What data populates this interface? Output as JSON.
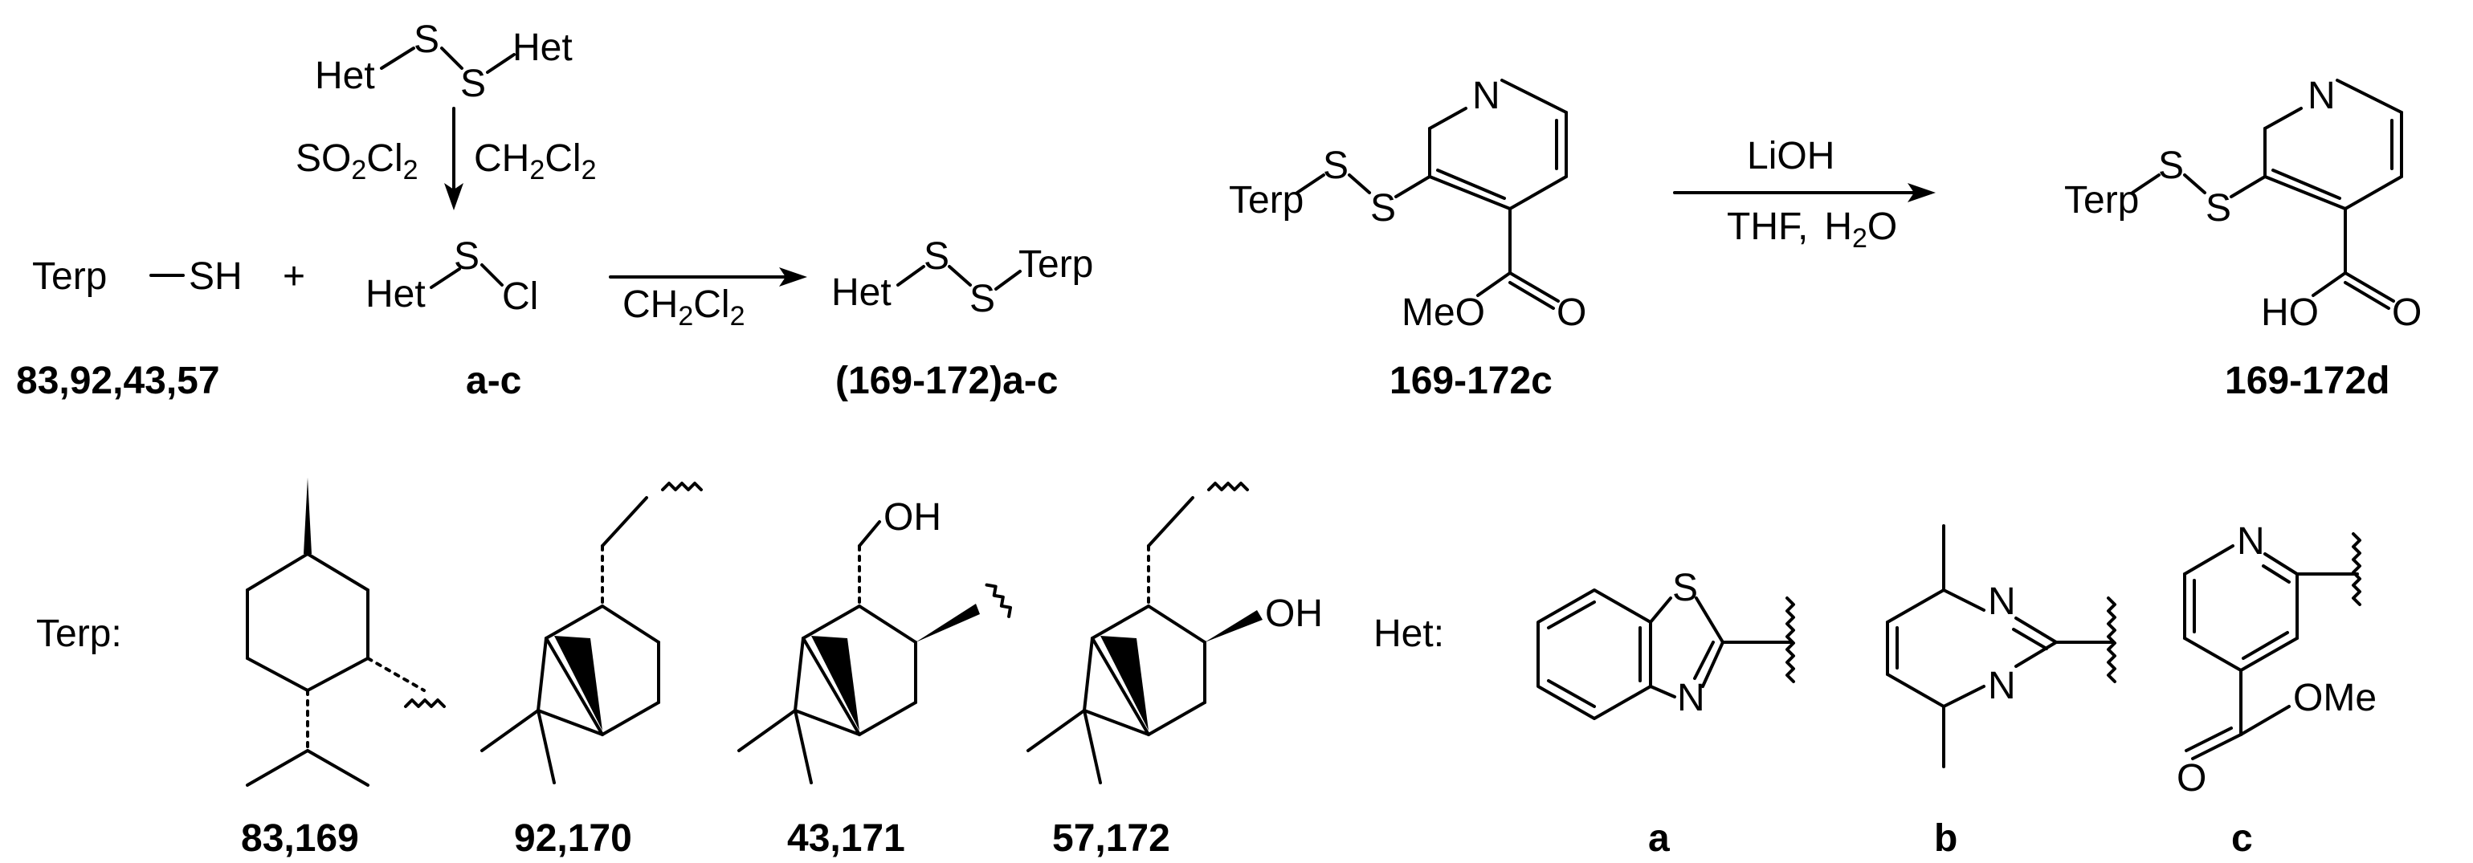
{
  "colors": {
    "ink": "#000000",
    "background": "#ffffff"
  },
  "top": {
    "reactant_label": "Terp",
    "reactant_group": "SH",
    "plus": "+",
    "disulfide_het_left": "Het",
    "disulfide_s1": "S",
    "disulfide_s2": "S",
    "disulfide_het_right": "Het",
    "reagent_1a": "SO",
    "reagent_1a_sub": "2",
    "reagent_1b": "Cl",
    "reagent_1b_sub": "2",
    "reagent_2a": "CH",
    "reagent_2a_sub": "2",
    "reagent_2b": "Cl",
    "reagent_2b_sub": "2",
    "sulfenyl_het": "Het",
    "sulfenyl_s": "S",
    "sulfenyl_cl": "Cl",
    "arrow1_solvent_a": "CH",
    "arrow1_solvent_a_sub": "2",
    "arrow1_solvent_b": "Cl",
    "arrow1_solvent_b_sub": "2",
    "product_het": "Het",
    "product_s1": "S",
    "product_s2": "S",
    "product_terp": "Terp",
    "ester_terp": "Terp",
    "ester_s1": "S",
    "ester_s2": "S",
    "ester_n": "N",
    "ester_meo": "MeO",
    "ester_o": "O",
    "arrow2_reagent": "LiOH",
    "arrow2_solvent_a": "THF,",
    "arrow2_solvent_b": "H",
    "arrow2_solvent_b_sub": "2",
    "arrow2_solvent_c": "O",
    "acid_terp": "Terp",
    "acid_s1": "S",
    "acid_s2": "S",
    "acid_n": "N",
    "acid_ho": "HO",
    "acid_o": "O",
    "labels": [
      "83,92,43,57",
      "a-c",
      "(169-172)a-c",
      "169-172c",
      "169-172d"
    ]
  },
  "bottom": {
    "terp_title": "Terp:",
    "het_title": "Het:",
    "oh_43": "OH",
    "oh_57": "OH",
    "het_a_s": "S",
    "het_a_n": "N",
    "het_b_n1": "N",
    "het_b_n2": "N",
    "het_c_n": "N",
    "het_c_o": "O",
    "het_c_ome": "OMe",
    "terp_labels": [
      "83,169",
      "92,170",
      "43,171",
      "57,172"
    ],
    "het_labels": [
      "a",
      "b",
      "c"
    ]
  }
}
